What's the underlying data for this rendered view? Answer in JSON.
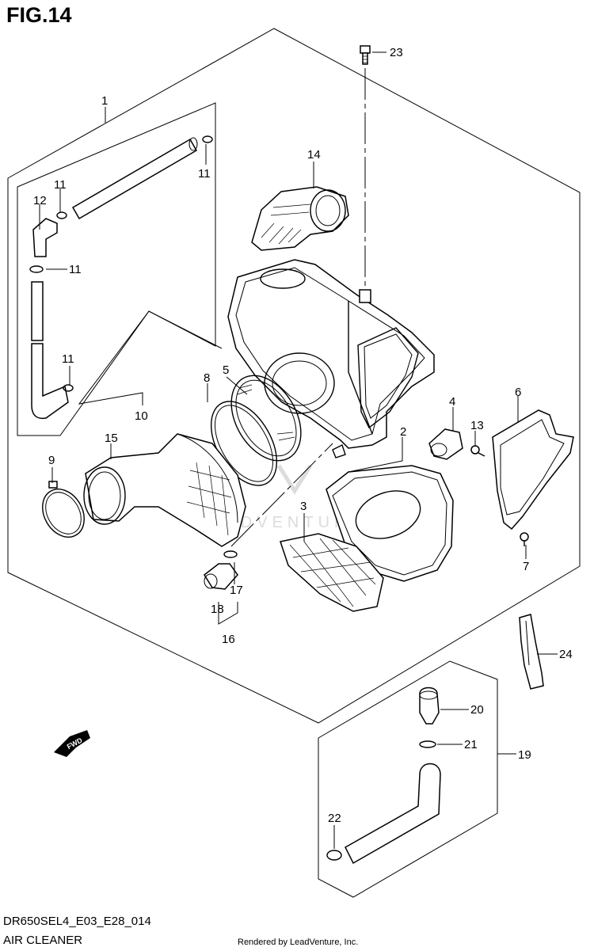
{
  "figure": {
    "title": "FIG.14",
    "model_code": "DR650SEL4_E03_E28_014",
    "section_name": "AIR CLEANER",
    "rendered_by": "Rendered by LeadVenture, Inc.",
    "watermark": "LEADVENTURE",
    "fwd_marker": "FWD"
  },
  "callouts": [
    {
      "id": "c1",
      "label": "1"
    },
    {
      "id": "c2",
      "label": "2"
    },
    {
      "id": "c3",
      "label": "3"
    },
    {
      "id": "c4",
      "label": "4"
    },
    {
      "id": "c5",
      "label": "5"
    },
    {
      "id": "c6",
      "label": "6"
    },
    {
      "id": "c7",
      "label": "7"
    },
    {
      "id": "c8",
      "label": "8"
    },
    {
      "id": "c9",
      "label": "9"
    },
    {
      "id": "c10",
      "label": "10"
    },
    {
      "id": "c11a",
      "label": "11"
    },
    {
      "id": "c11b",
      "label": "11"
    },
    {
      "id": "c11c",
      "label": "11"
    },
    {
      "id": "c11d",
      "label": "11"
    },
    {
      "id": "c12",
      "label": "12"
    },
    {
      "id": "c13",
      "label": "13"
    },
    {
      "id": "c14",
      "label": "14"
    },
    {
      "id": "c15",
      "label": "15"
    },
    {
      "id": "c16",
      "label": "16"
    },
    {
      "id": "c17",
      "label": "17"
    },
    {
      "id": "c18",
      "label": "18"
    },
    {
      "id": "c19",
      "label": "19"
    },
    {
      "id": "c20",
      "label": "20"
    },
    {
      "id": "c21",
      "label": "21"
    },
    {
      "id": "c22",
      "label": "22"
    },
    {
      "id": "c23",
      "label": "23"
    },
    {
      "id": "c24",
      "label": "24"
    }
  ]
}
